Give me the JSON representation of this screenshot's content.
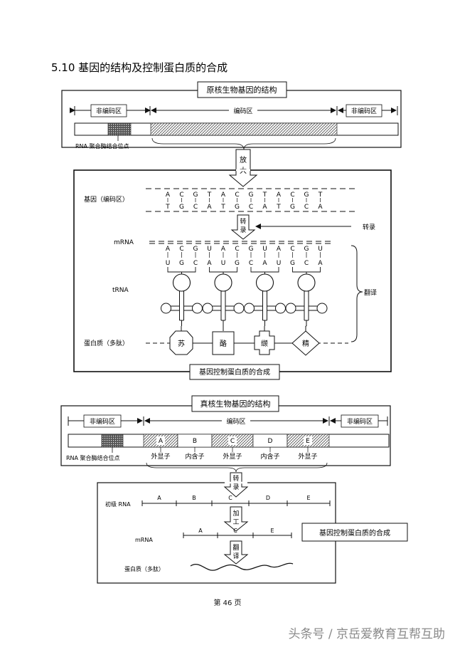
{
  "heading": "5.10 基因的结构及控制蛋白质的合成",
  "prok": {
    "title": "原核生物基因的结构",
    "noncoding": "非编码区",
    "coding": "编码区",
    "rna_site": "RNA  聚合酶结合位点",
    "magnify": [
      "放",
      "大"
    ],
    "gene_label": "基因（编码区）",
    "top_strand": [
      "A",
      "C",
      "G",
      "T",
      "A",
      "C",
      "G",
      "T",
      "A",
      "C",
      "G",
      "T"
    ],
    "bottom_strand": [
      "T",
      "G",
      "C",
      "A",
      "T",
      "G",
      "C",
      "A",
      "T",
      "G",
      "C",
      "A"
    ],
    "transcribe_box": [
      "转",
      "录"
    ],
    "transcribe_label": "转录",
    "mrna_label": "mRNA",
    "mrna": [
      "A",
      "C",
      "G",
      "U",
      "A",
      "C",
      "G",
      "U",
      "A",
      "C",
      "G",
      "U"
    ],
    "anticodons": [
      "U",
      "G",
      "C",
      "A",
      "U",
      "G",
      "C",
      "A",
      "U",
      "G",
      "C",
      "A"
    ],
    "trna_label": "tRNA",
    "translate_label": "翻译",
    "protein_label": "蛋白质（多肽）",
    "amino_acids": [
      "苏",
      "酪",
      "缬",
      "精"
    ],
    "caption": "基因控制蛋白质的合成"
  },
  "euk": {
    "title": "真核生物基因的结构",
    "noncoding": "非编码区",
    "coding": "编码区",
    "segments": [
      "A",
      "B",
      "C",
      "D",
      "E"
    ],
    "rna_site": "RNA  聚合酶结合位点",
    "region_labels": [
      "外显子",
      "内含子",
      "外显子",
      "内含子",
      "外显子"
    ],
    "transcribe_box": [
      "转",
      "录"
    ],
    "primary_label": "初级  RNA",
    "primary_segments": [
      "A",
      "B",
      "C",
      "D",
      "E"
    ],
    "process_box": [
      "加",
      "工"
    ],
    "mrna_label": "mRNA",
    "mrna_segments": [
      "A",
      "C",
      "E"
    ],
    "translate_box": [
      "翻",
      "译"
    ],
    "protein_label": "蛋白质（多肽）",
    "caption": "基因控制蛋白质的合成"
  },
  "footer": "第 46 页",
  "watermark": "头条号 / 京岳爱教育互帮互助"
}
